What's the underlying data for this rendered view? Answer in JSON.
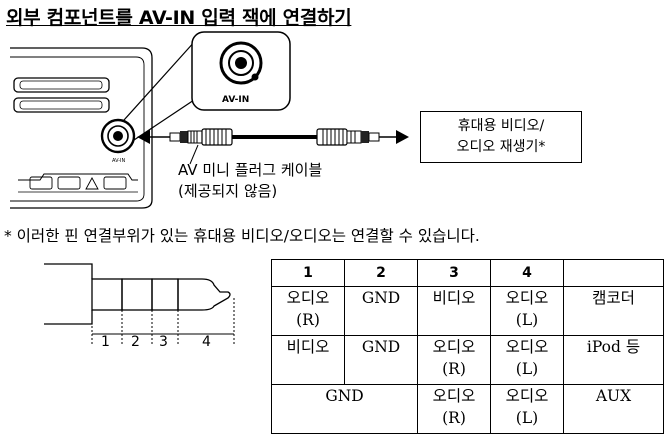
{
  "title": "외부 컴포넌트를 AV-IN 입력 잭에 연결하기",
  "jack_label": "AV-IN",
  "unit_small_label": "AV-IN",
  "destination": {
    "line1": "휴대용 비디오/",
    "line2": "오디오 재생기*"
  },
  "cable": {
    "line1": "AV 미니 플러그 케이블",
    "line2": "(제공되지 않음)"
  },
  "note": "* 이러한 핀 연결부위가 있는 휴대용 비디오/오디오는 연결할 수 있습니다.",
  "pin_labels": [
    "1",
    "2",
    "3",
    "4"
  ],
  "table": {
    "headers": [
      "1",
      "2",
      "3",
      "4",
      ""
    ],
    "row1": {
      "c1a": "오디오",
      "c1b": "(R)",
      "c2": "GND",
      "c3": "비디오",
      "c4a": "오디오",
      "c4b": "(L)",
      "c5": "캠코더"
    },
    "row2": {
      "c1": "비디오",
      "c2": "GND",
      "c3a": "오디오",
      "c3b": "(R)",
      "c4a": "오디오",
      "c4b": "(L)",
      "c5": "iPod 등"
    },
    "row3": {
      "c12": "GND",
      "c3a": "오디오",
      "c3b": "(R)",
      "c4a": "오디오",
      "c4b": "(L)",
      "c5": "AUX"
    }
  }
}
